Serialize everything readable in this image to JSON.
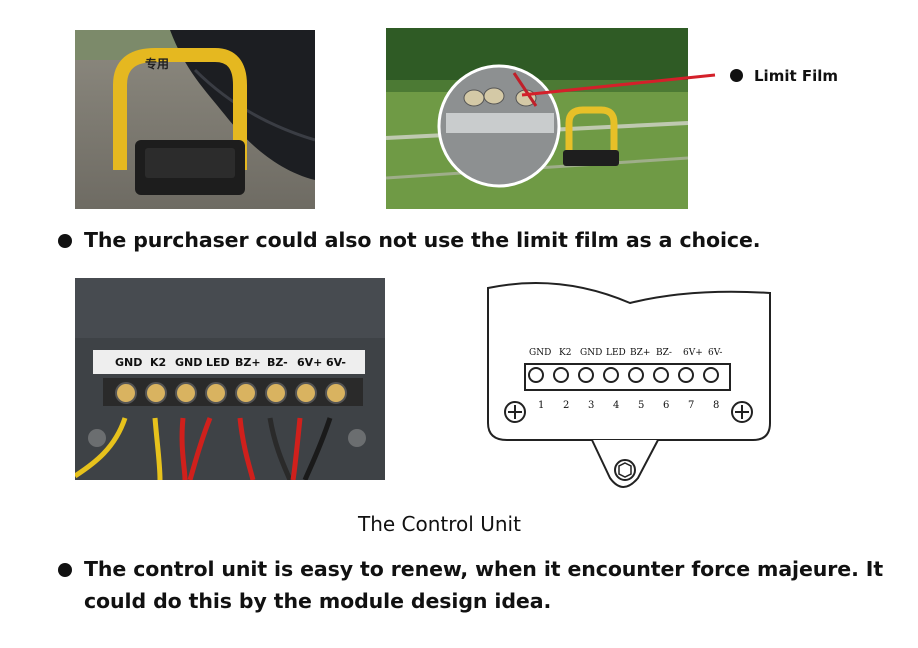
{
  "photo1": {
    "sign_text": "专用"
  },
  "photo2": {
    "callout_label": "Limit Film"
  },
  "bullet1": "The purchaser could also not use the limit film as a choice.",
  "terminal_labels": [
    "GND",
    "K2",
    "GND",
    "LED",
    "BZ+",
    "BZ-",
    "6V+",
    "6V-"
  ],
  "diagram": {
    "labels": [
      "GND",
      "K2",
      "GND",
      "LED",
      "BZ+",
      "BZ-",
      "6V+",
      "6V-"
    ],
    "numbers": [
      "1",
      "2",
      "3",
      "4",
      "5",
      "6",
      "7",
      "8"
    ]
  },
  "caption": "The Control Unit",
  "bullet2": {
    "line1": "The control unit is easy to renew, when it encounter force majeure. It",
    "line2": "could do this by the module design idea."
  }
}
